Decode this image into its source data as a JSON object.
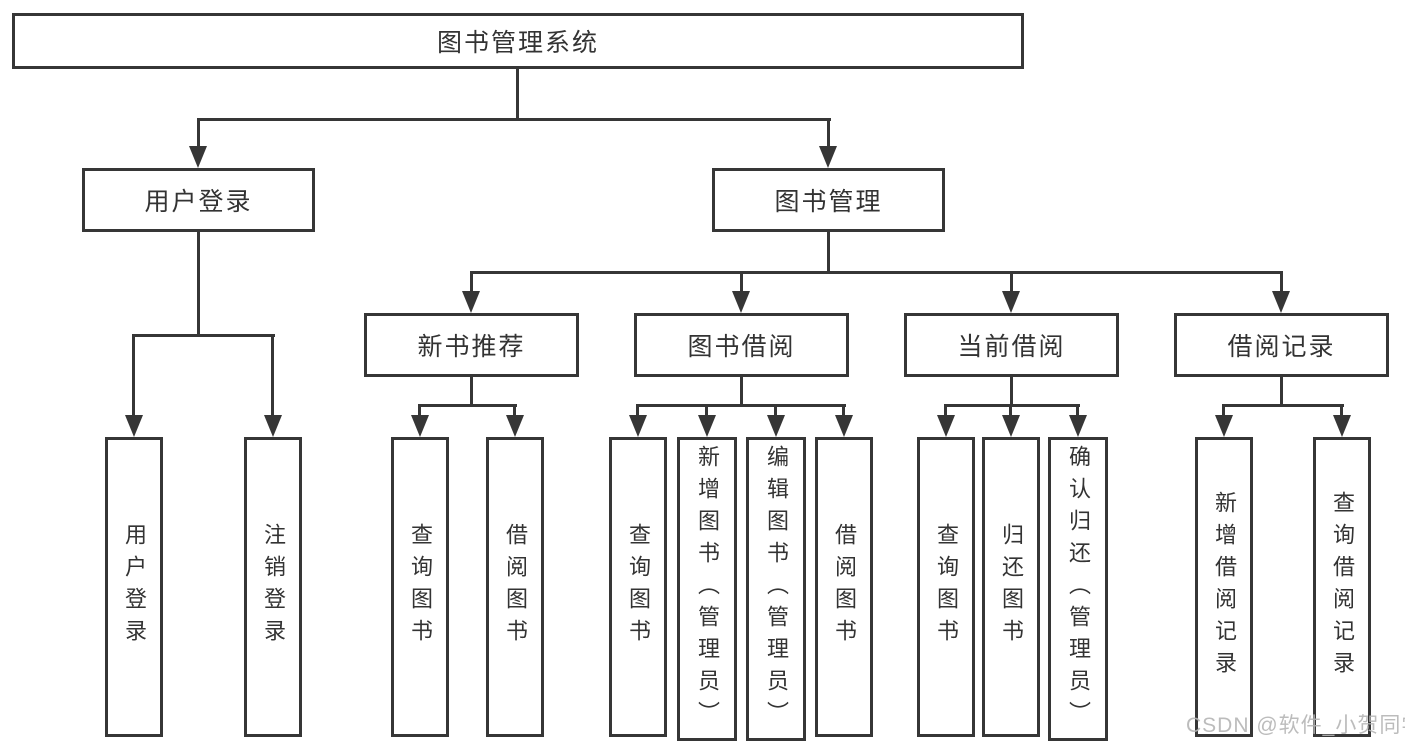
{
  "diagram": {
    "title": "图书管理系统",
    "level1": [
      {
        "label": "用户登录"
      },
      {
        "label": "图书管理"
      }
    ],
    "level2": [
      {
        "label": "新书推荐",
        "parent": "图书管理"
      },
      {
        "label": "图书借阅",
        "parent": "图书管理"
      },
      {
        "label": "当前借阅",
        "parent": "图书管理"
      },
      {
        "label": "借阅记录",
        "parent": "图书管理"
      }
    ],
    "leaves": [
      {
        "label": "用户登录",
        "parent": "用户登录"
      },
      {
        "label": "注销登录",
        "parent": "用户登录"
      },
      {
        "label": "查询图书",
        "parent": "新书推荐"
      },
      {
        "label": "借阅图书",
        "parent": "新书推荐"
      },
      {
        "label": "查询图书",
        "parent": "图书借阅"
      },
      {
        "label": "新增图书（管理员）",
        "parent": "图书借阅"
      },
      {
        "label": "编辑图书（管理员）",
        "parent": "图书借阅"
      },
      {
        "label": "借阅图书",
        "parent": "图书借阅"
      },
      {
        "label": "查询图书",
        "parent": "当前借阅"
      },
      {
        "label": "归还图书",
        "parent": "当前借阅"
      },
      {
        "label": "确认归还（管理员）",
        "parent": "当前借阅"
      },
      {
        "label": "新增借阅记录",
        "parent": "借阅记录"
      },
      {
        "label": "查询借阅记录",
        "parent": "借阅记录"
      }
    ],
    "watermark": "CSDN @软件_小贺同学"
  },
  "colors": {
    "line": "#363636",
    "text": "#333333",
    "box_background": "#ffffff",
    "watermark": "#b5b5b5"
  }
}
